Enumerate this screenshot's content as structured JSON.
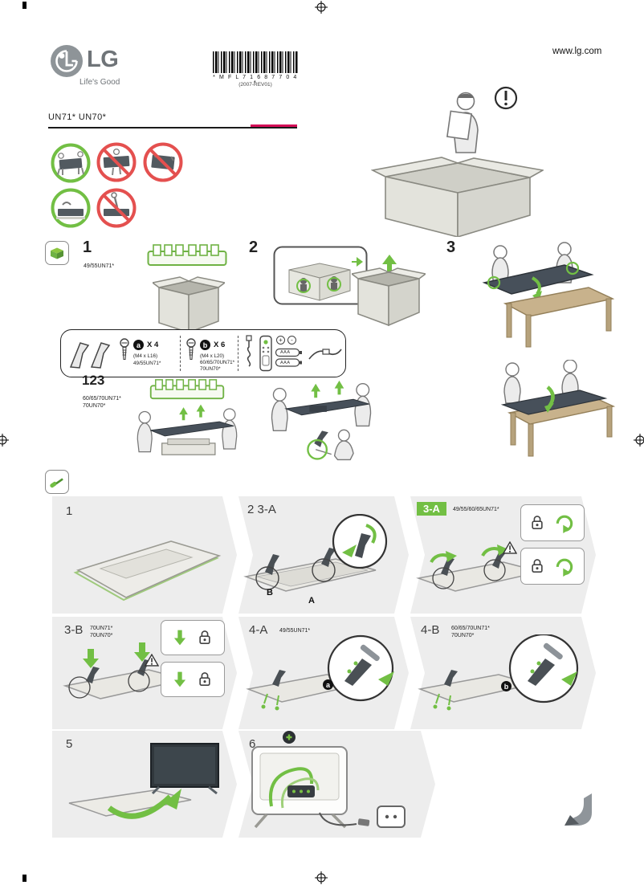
{
  "colors": {
    "accent_green": "#72bf44",
    "brand_magenta": "#d40e57",
    "prohibition_red": "#e4504f"
  },
  "header": {
    "logo_text": "LG",
    "tagline": "Life's Good",
    "barcode_text": "* M F L 7 1 6 8 7 7 0 4 *",
    "barcode_rev": "(2007-REV01)",
    "website": "www.lg.com",
    "model_line": "UN71* UN70*"
  },
  "unpack": {
    "step1": {
      "label": "1",
      "models": "49/55UN71*"
    },
    "step2": {
      "label": "2"
    },
    "step3": {
      "label": "3"
    },
    "step123": {
      "label": "123",
      "models_1": "60/65/70UN71*",
      "models_2": "70UN70*"
    }
  },
  "parts": {
    "screw_a": {
      "badge": "a",
      "qty": "X 4",
      "size": "(M4 x L16)",
      "models": "49/55UN71*"
    },
    "screw_b": {
      "badge": "b",
      "qty": "X 6",
      "size": "(M4 x L20)",
      "models_1": "60/65/70UN71*",
      "models_2": "70UN70*"
    },
    "battery": {
      "label": "AAA",
      "plus": "+",
      "minus": "-"
    }
  },
  "assembly": {
    "s1": {
      "label": "1"
    },
    "s2": {
      "label": "2 3-A",
      "point_b": "B",
      "point_a": "A"
    },
    "s3a": {
      "label": "3-A",
      "models": "49/55/60/65UN71*"
    },
    "s3b": {
      "label": "3-B",
      "models_1": "70UN71*",
      "models_2": "70UN70*"
    },
    "s4a": {
      "label": "4-A",
      "models": "49/55UN71*",
      "badge": "a"
    },
    "s4b": {
      "label": "4-B",
      "models_1": "60/65/70UN71*",
      "models_2": "70UN70*",
      "badge": "b"
    },
    "s5": {
      "label": "5"
    },
    "s6": {
      "label": "6"
    }
  }
}
